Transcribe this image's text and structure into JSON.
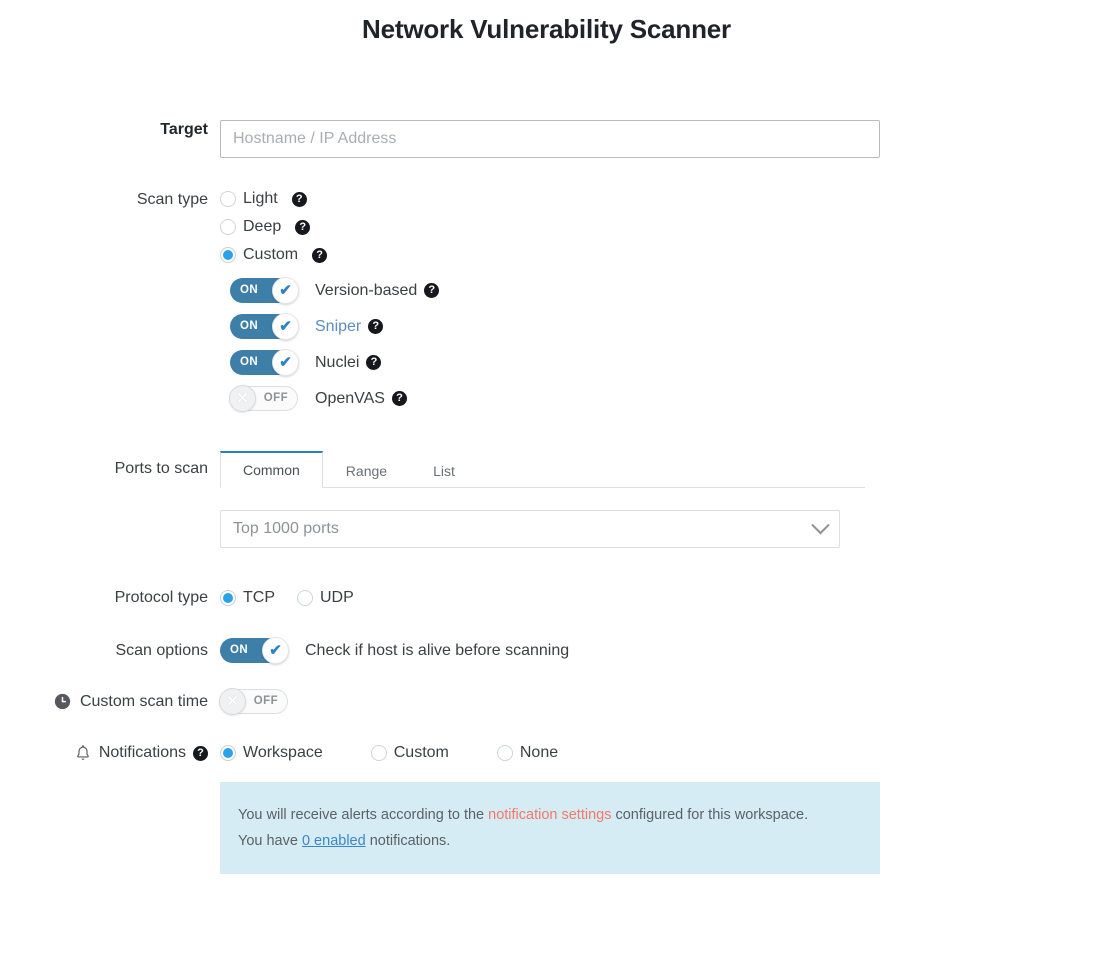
{
  "page": {
    "title": "Network Vulnerability Scanner"
  },
  "target": {
    "label": "Target",
    "placeholder": "Hostname / IP Address",
    "value": ""
  },
  "scan_type": {
    "label": "Scan type",
    "options": [
      {
        "label": "Light",
        "selected": false,
        "help": "?"
      },
      {
        "label": "Deep",
        "selected": false,
        "help": "?"
      },
      {
        "label": "Custom",
        "selected": true,
        "help": "?"
      }
    ],
    "custom_engines": [
      {
        "label": "Version-based",
        "state": "ON",
        "on_text": "ON",
        "off_text": "OFF",
        "link": false,
        "help": "?"
      },
      {
        "label": "Sniper",
        "state": "ON",
        "on_text": "ON",
        "off_text": "OFF",
        "link": true,
        "help": "?"
      },
      {
        "label": "Nuclei",
        "state": "ON",
        "on_text": "ON",
        "off_text": "OFF",
        "link": false,
        "help": "?"
      },
      {
        "label": "OpenVAS",
        "state": "OFF",
        "on_text": "ON",
        "off_text": "OFF",
        "link": false,
        "help": "?"
      }
    ]
  },
  "ports": {
    "label": "Ports to scan",
    "tabs": [
      {
        "label": "Common",
        "active": true
      },
      {
        "label": "Range",
        "active": false
      },
      {
        "label": "List",
        "active": false
      }
    ],
    "select": {
      "value": "Top 1000 ports",
      "icon": "chevron-down-icon"
    }
  },
  "protocol": {
    "label": "Protocol type",
    "options": [
      {
        "label": "TCP",
        "selected": true
      },
      {
        "label": "UDP",
        "selected": false
      }
    ]
  },
  "scan_options": {
    "label": "Scan options",
    "toggle_state": "ON",
    "toggle_on_text": "ON",
    "toggle_off_text": "OFF",
    "description": "Check if host is alive before scanning"
  },
  "custom_scan_time": {
    "label": "Custom scan time",
    "icon": "clock-icon",
    "toggle_state": "OFF",
    "toggle_on_text": "ON",
    "toggle_off_text": "OFF"
  },
  "notifications": {
    "label": "Notifications",
    "icon": "bell-icon",
    "help": "?",
    "options": [
      {
        "label": "Workspace",
        "selected": true
      },
      {
        "label": "Custom",
        "selected": false
      },
      {
        "label": "None",
        "selected": false
      }
    ],
    "info": {
      "line1_part1": "You will receive alerts according to the ",
      "line1_link": "notification settings",
      "line1_part2": " configured for this workspace.",
      "line2_part1": "You have ",
      "line2_link": "0 enabled",
      "line2_part2": " notifications."
    }
  },
  "colors": {
    "accent_blue": "#29a3e8",
    "toggle_on": "#3d7fa8",
    "tab_active_border": "#2d7fb8",
    "info_bg": "#d6ecf5",
    "info_accent": "#f4776c",
    "info_link": "#3a87c8",
    "link_muted": "#5b8dbf"
  },
  "icons": {
    "help": "help-circle-icon",
    "check": "✔",
    "cross": "✕"
  }
}
